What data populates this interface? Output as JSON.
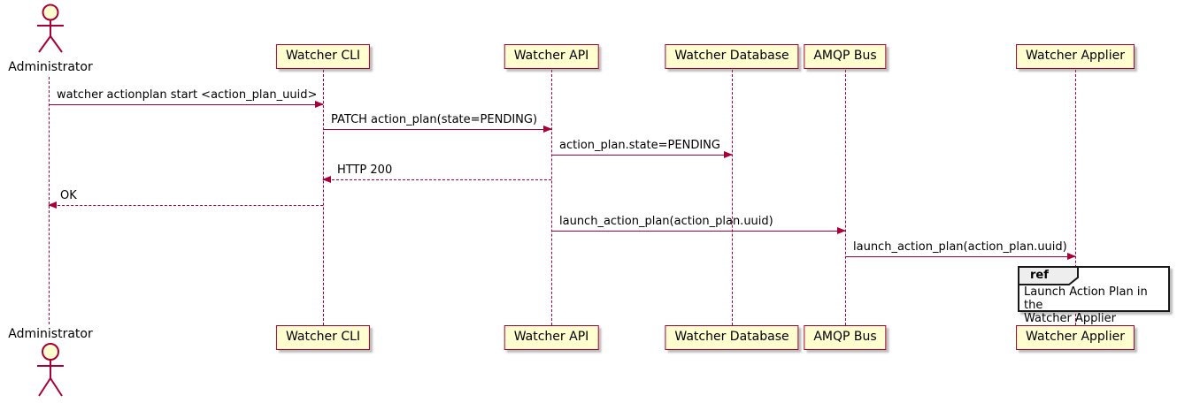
{
  "diagram": {
    "type": "uml-sequence-diagram",
    "colors": {
      "participant_fill": "#FEFECE",
      "stroke": "#A80036",
      "text": "#000000",
      "ref_border": "#181818",
      "ref_header_fill": "#EEEEEE"
    },
    "participants": [
      {
        "id": "administrator",
        "kind": "actor",
        "label": "Administrator"
      },
      {
        "id": "watcher-cli",
        "kind": "participant",
        "label": "Watcher CLI"
      },
      {
        "id": "watcher-api",
        "kind": "participant",
        "label": "Watcher API"
      },
      {
        "id": "watcher-database",
        "kind": "participant",
        "label": "Watcher Database"
      },
      {
        "id": "amqp-bus",
        "kind": "participant",
        "label": "AMQP Bus"
      },
      {
        "id": "watcher-applier",
        "kind": "participant",
        "label": "Watcher Applier"
      }
    ],
    "messages": [
      {
        "from": "administrator",
        "to": "watcher-cli",
        "line": "solid",
        "label": "watcher actionplan start <action_plan_uuid>"
      },
      {
        "from": "watcher-cli",
        "to": "watcher-api",
        "line": "solid",
        "label": "PATCH action_plan(state=PENDING)"
      },
      {
        "from": "watcher-api",
        "to": "watcher-database",
        "line": "solid",
        "label": "action_plan.state=PENDING"
      },
      {
        "from": "watcher-api",
        "to": "watcher-cli",
        "line": "dashed",
        "label": "HTTP 200"
      },
      {
        "from": "watcher-cli",
        "to": "administrator",
        "line": "dashed",
        "label": "OK"
      },
      {
        "from": "watcher-api",
        "to": "amqp-bus",
        "line": "solid",
        "label": "launch_action_plan(action_plan.uuid)"
      },
      {
        "from": "amqp-bus",
        "to": "watcher-applier",
        "line": "solid",
        "label": "launch_action_plan(action_plan.uuid)"
      }
    ],
    "ref": {
      "keyword": "ref",
      "over": "watcher-applier",
      "text": "Launch Action Plan in the\nWatcher Applier"
    }
  }
}
